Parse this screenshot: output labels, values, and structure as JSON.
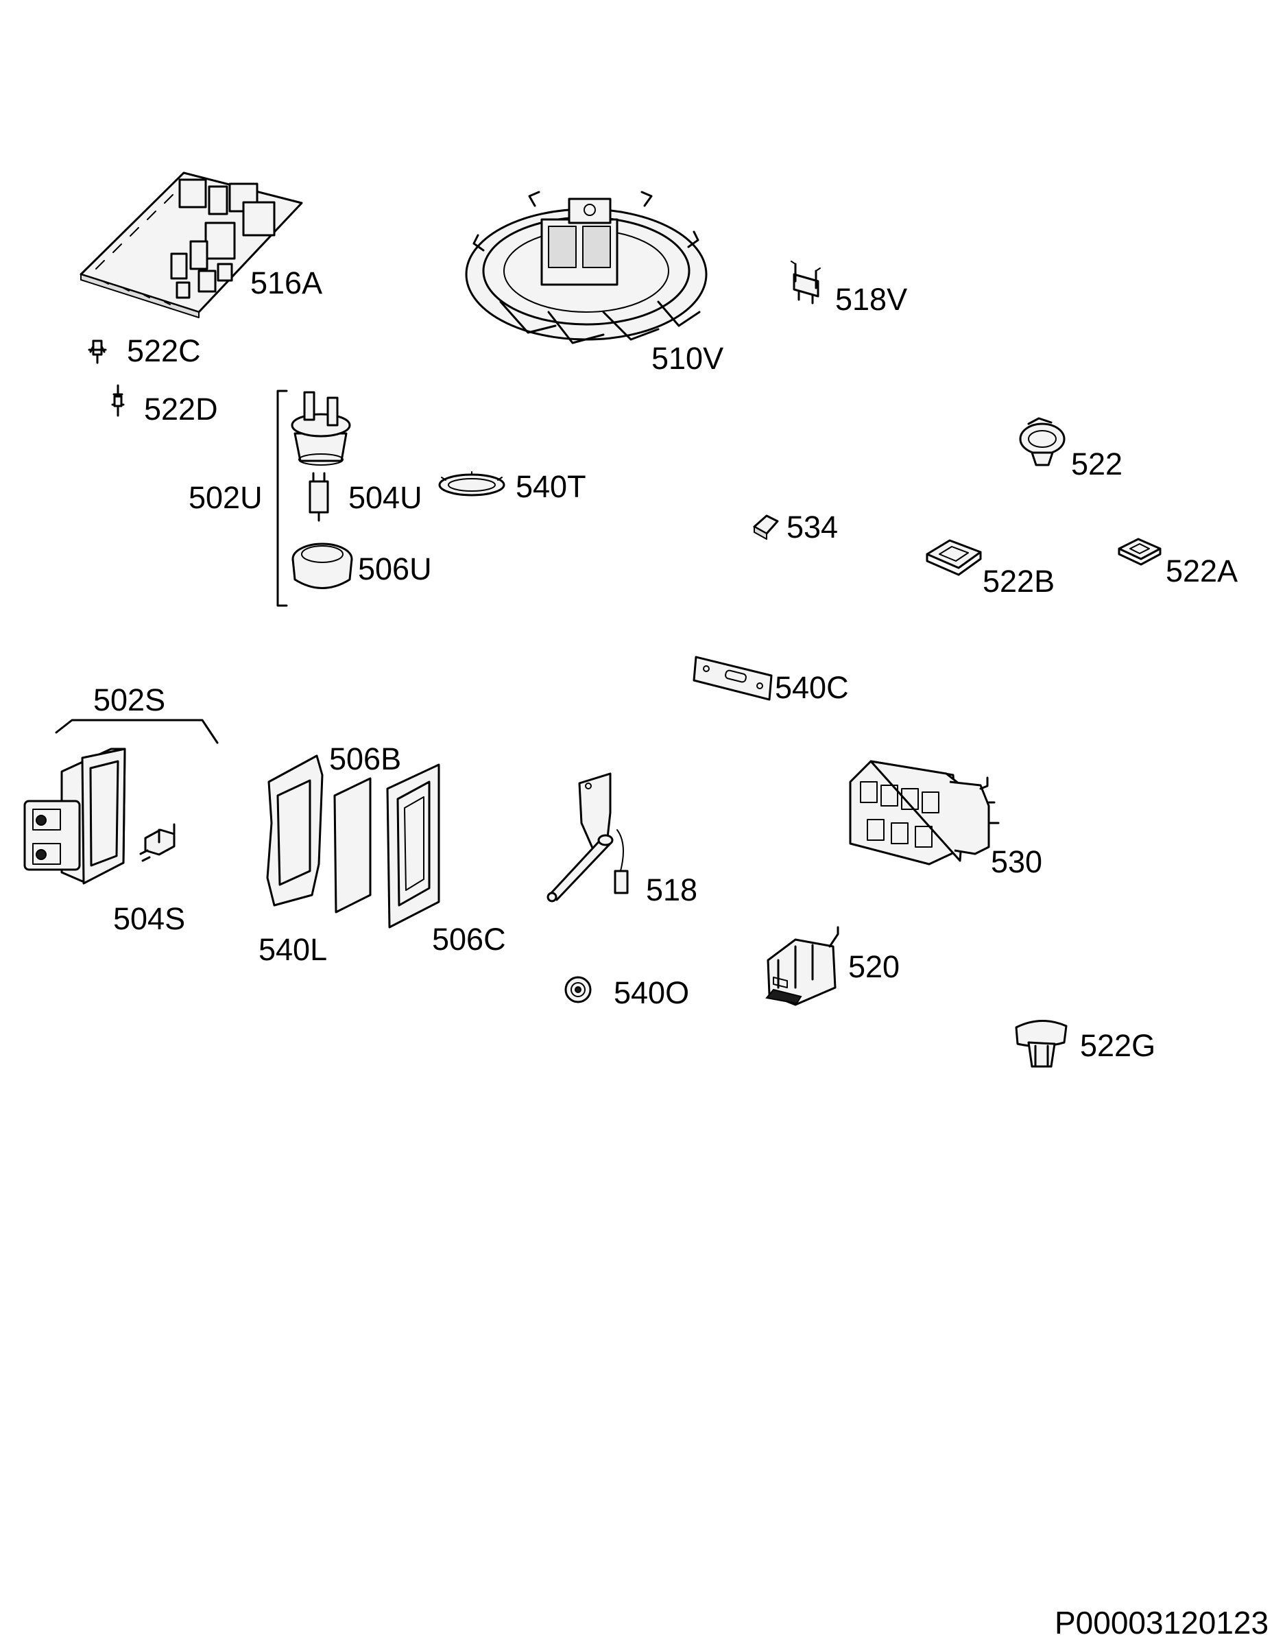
{
  "parts": {
    "p516A": "516A",
    "p510V": "510V",
    "p518V": "518V",
    "p522C": "522C",
    "p522D": "522D",
    "p502U": "502U",
    "p504U": "504U",
    "p540T": "540T",
    "p506U": "506U",
    "p522": "522",
    "p534": "534",
    "p522B": "522B",
    "p522A": "522A",
    "p540C": "540C",
    "p502S": "502S",
    "p506B": "506B",
    "p504S": "504S",
    "p540L": "540L",
    "p506C": "506C",
    "p518": "518",
    "p530": "530",
    "p520": "520",
    "p540O": "540O",
    "p522G": "522G"
  },
  "drawing_id": "P00003120123"
}
